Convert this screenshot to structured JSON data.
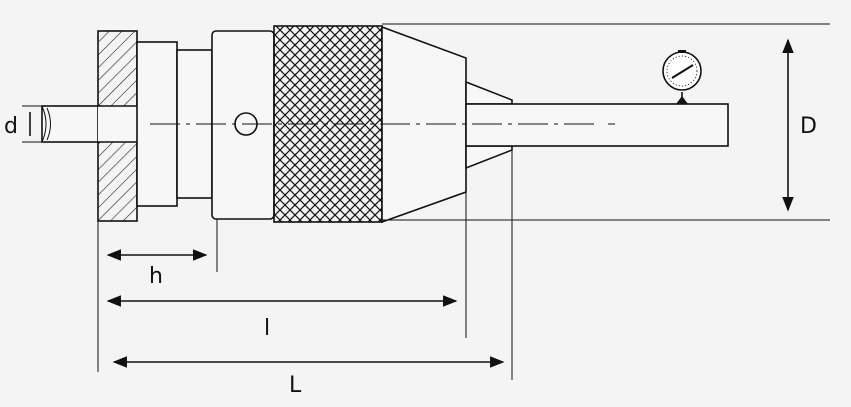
{
  "dimensions": {
    "d": "d",
    "D": "D",
    "h": "h",
    "l": "l",
    "L": "L"
  },
  "icons": {
    "gauge": "dial-gauge-icon"
  },
  "colors": {
    "background": "#f4f4f4",
    "stroke": "#111111"
  }
}
